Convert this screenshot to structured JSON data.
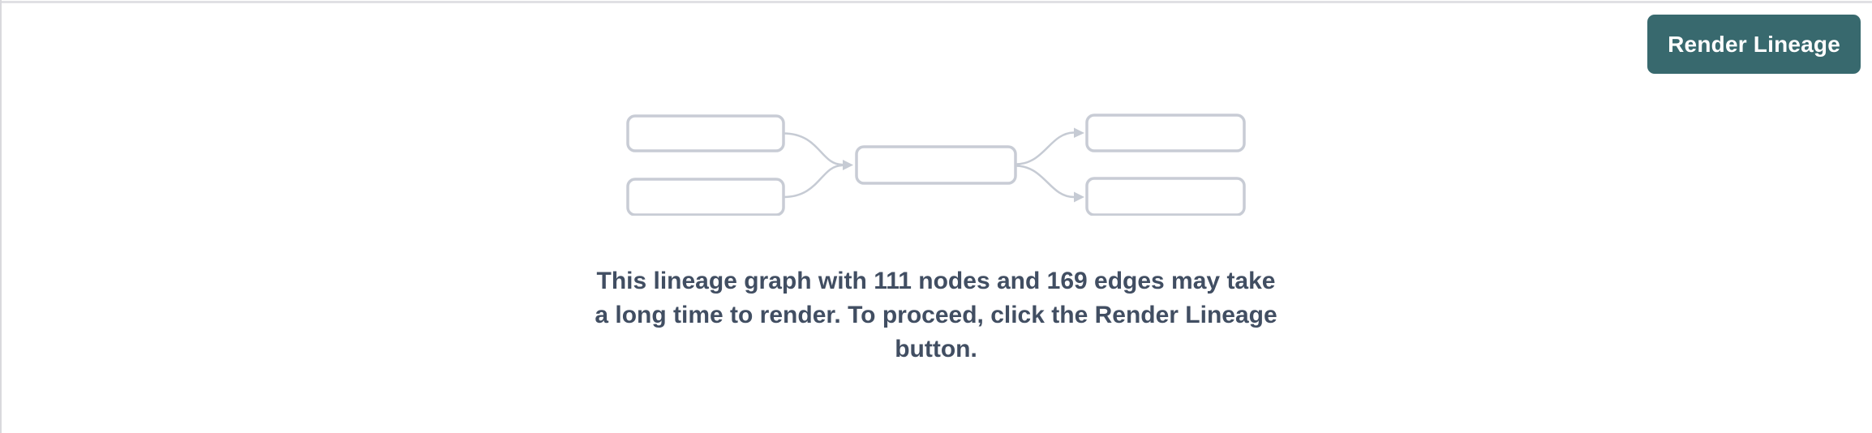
{
  "header": {
    "render_button_label": "Render Lineage"
  },
  "empty_state": {
    "message": "This lineage graph with 111 nodes and 169 edges may take a long time to render. To proceed, click the Render Lineage button.",
    "message_lines": [
      "This lineage graph with 111 nodes and 169 edges may take",
      "a long time to render. To proceed, click the Render Lineage",
      "button."
    ],
    "node_count": "111",
    "edge_count": "169",
    "illustration_icon": "lineage-graph-icon"
  },
  "colors": {
    "button_bg": "#38696E",
    "button_text": "#FFFFFF",
    "message_text": "#414E62",
    "node_border": "#C8CCD5",
    "edge": "#C6CBD4",
    "node_fill": "#FFFFFF",
    "top_divider": "#E0E0E4",
    "left_divider": "#D9D9DD"
  }
}
